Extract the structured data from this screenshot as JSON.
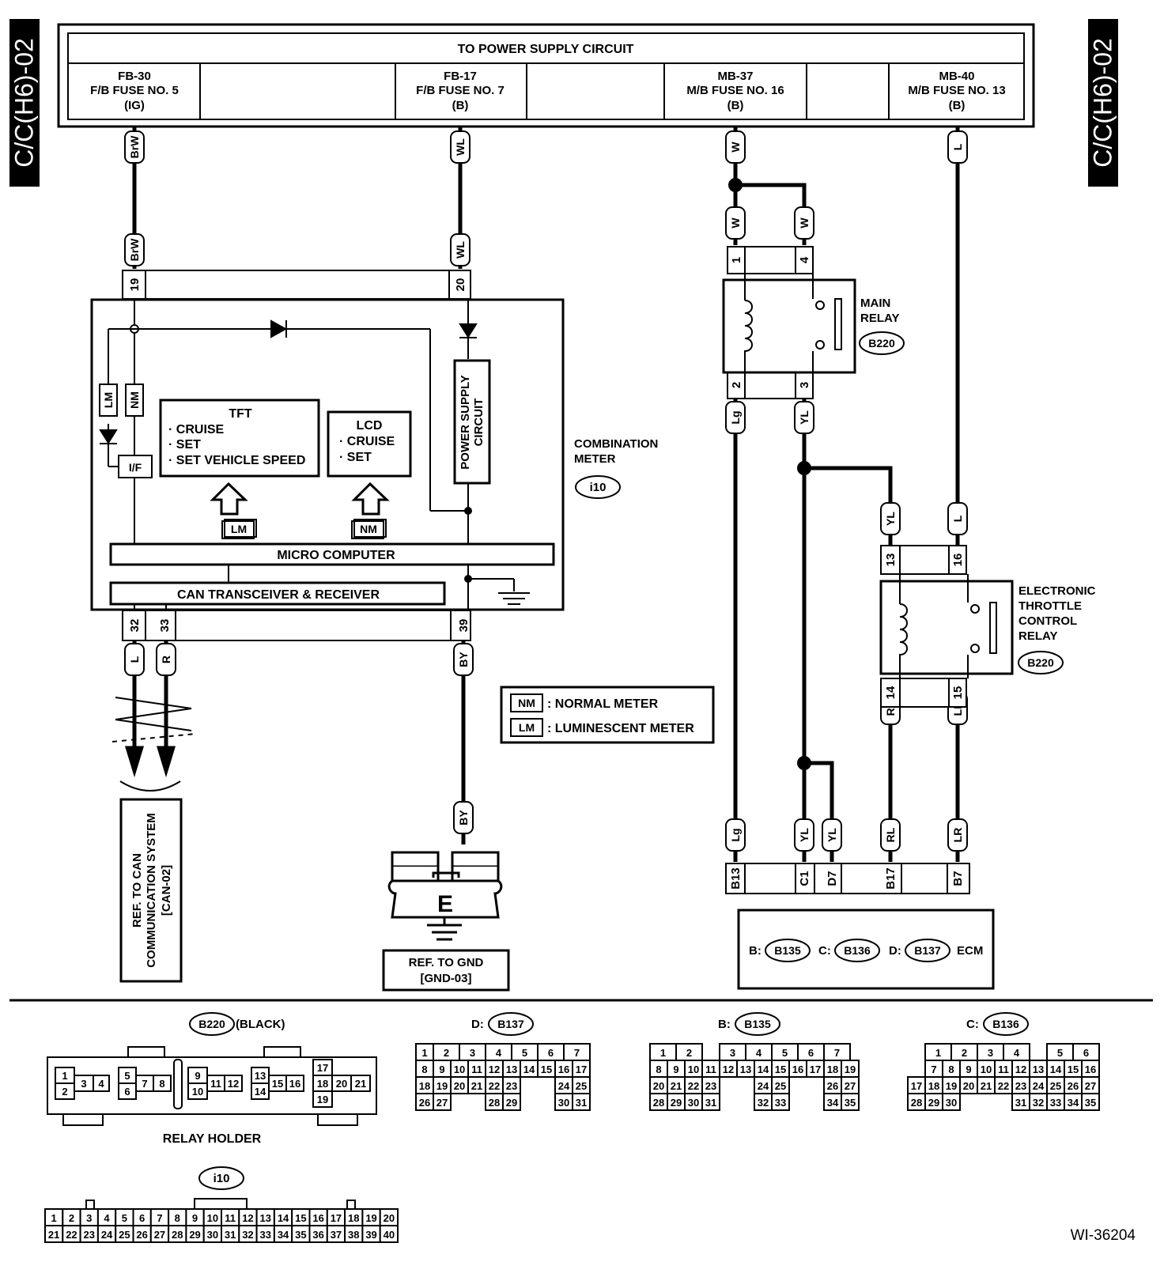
{
  "side_labels": {
    "left": "C/C(H6)-02",
    "right": "C/C(H6)-02"
  },
  "power_supply": {
    "title": "TO POWER SUPPLY CIRCUIT",
    "fuses": [
      {
        "code": "FB-30",
        "name": "F/B FUSE NO. 5",
        "mode": "(IG)"
      },
      {
        "code": "FB-17",
        "name": "F/B FUSE NO. 7",
        "mode": "(B)"
      },
      {
        "code": "MB-37",
        "name": "M/B FUSE NO. 16",
        "mode": "(B)"
      },
      {
        "code": "MB-40",
        "name": "M/B FUSE NO. 13",
        "mode": "(B)"
      }
    ]
  },
  "wire_colors": {
    "brw": "BrW",
    "wl": "WL",
    "w": "W",
    "l": "L",
    "r": "R",
    "by": "BY",
    "lg": "Lg",
    "yl": "YL",
    "rl": "RL",
    "lr": "LR",
    "lm": "LM",
    "nm": "NM"
  },
  "pins": {
    "p19": "19",
    "p20": "20",
    "p32": "32",
    "p33": "33",
    "p39": "39",
    "p1": "1",
    "p4": "4",
    "p2": "2",
    "p3": "3",
    "p13": "13",
    "p16": "16",
    "p14": "14",
    "p15": "15",
    "b13": "B13",
    "c1": "C1",
    "d7": "D7",
    "b17": "B17",
    "b7": "B7"
  },
  "combination_meter": {
    "label_line1": "COMBINATION",
    "label_line2": "METER",
    "connector": "i10",
    "tft": {
      "title": "TFT",
      "items": [
        "· CRUISE",
        "· SET",
        "· SET VEHICLE SPEED"
      ]
    },
    "lcd": {
      "title": "LCD",
      "items": [
        "· CRUISE",
        "· SET"
      ]
    },
    "if_label": "I/F",
    "power_circuit_line1": "POWER SUPPLY",
    "power_circuit_line2": "CIRCUIT",
    "micro": "MICRO COMPUTER",
    "can": "CAN TRANSCEIVER & RECEIVER"
  },
  "main_relay": {
    "line1": "MAIN",
    "line2": "RELAY",
    "connector": "B220"
  },
  "etc_relay": {
    "line1": "ELECTRONIC",
    "line2": "THROTTLE",
    "line3": "CONTROL",
    "line4": "RELAY",
    "connector": "B220"
  },
  "legend": {
    "nm_desc": ": NORMAL METER",
    "lm_desc": ": LUMINESCENT METER"
  },
  "can_ref": {
    "line1": "REF. TO CAN",
    "line2": "COMMUNICATION SYSTEM",
    "line3": "[CAN-02]"
  },
  "ground": {
    "symbol": "E",
    "line1": "REF. TO GND",
    "line2": "[GND-03]"
  },
  "ecm": {
    "b_prefix": "B:",
    "b": "B135",
    "c_prefix": "C:",
    "c": "B136",
    "d_prefix": "D:",
    "d": "B137",
    "label": "ECM"
  },
  "connectors": {
    "b220": {
      "code": "B220",
      "color": "(BLACK)",
      "caption": "RELAY HOLDER"
    },
    "b137": {
      "prefix": "D:",
      "code": "B137"
    },
    "b135": {
      "prefix": "B:",
      "code": "B135"
    },
    "b136": {
      "prefix": "C:",
      "code": "B136"
    },
    "i10": {
      "code": "i10"
    }
  },
  "figure_id": "WI-36204"
}
